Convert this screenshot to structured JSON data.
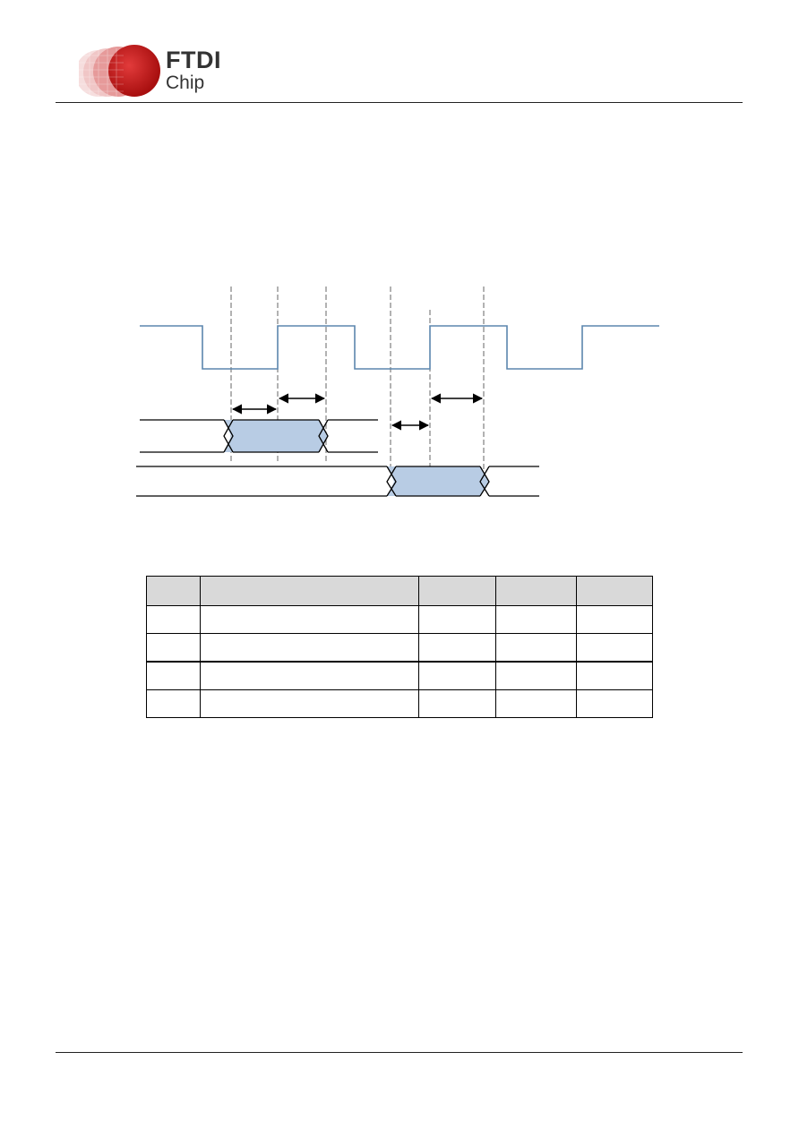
{
  "header": {
    "logo_line1": "FTDI",
    "logo_line2": "Chip",
    "logo_color": "#cc1f1f"
  },
  "diagram": {
    "clock_color": "#5b86ad",
    "data_fill": "#b8cce4",
    "edge_color": "#000000"
  },
  "table": {
    "header_fill": "#d9d9d9",
    "columns": 5,
    "rows": [
      [
        "",
        "",
        "",
        "",
        ""
      ],
      [
        "",
        "",
        "",
        "",
        ""
      ],
      [
        "",
        "",
        "",
        "",
        ""
      ],
      [
        "",
        "",
        "",
        "",
        ""
      ],
      [
        "",
        "",
        "",
        "",
        ""
      ]
    ]
  }
}
